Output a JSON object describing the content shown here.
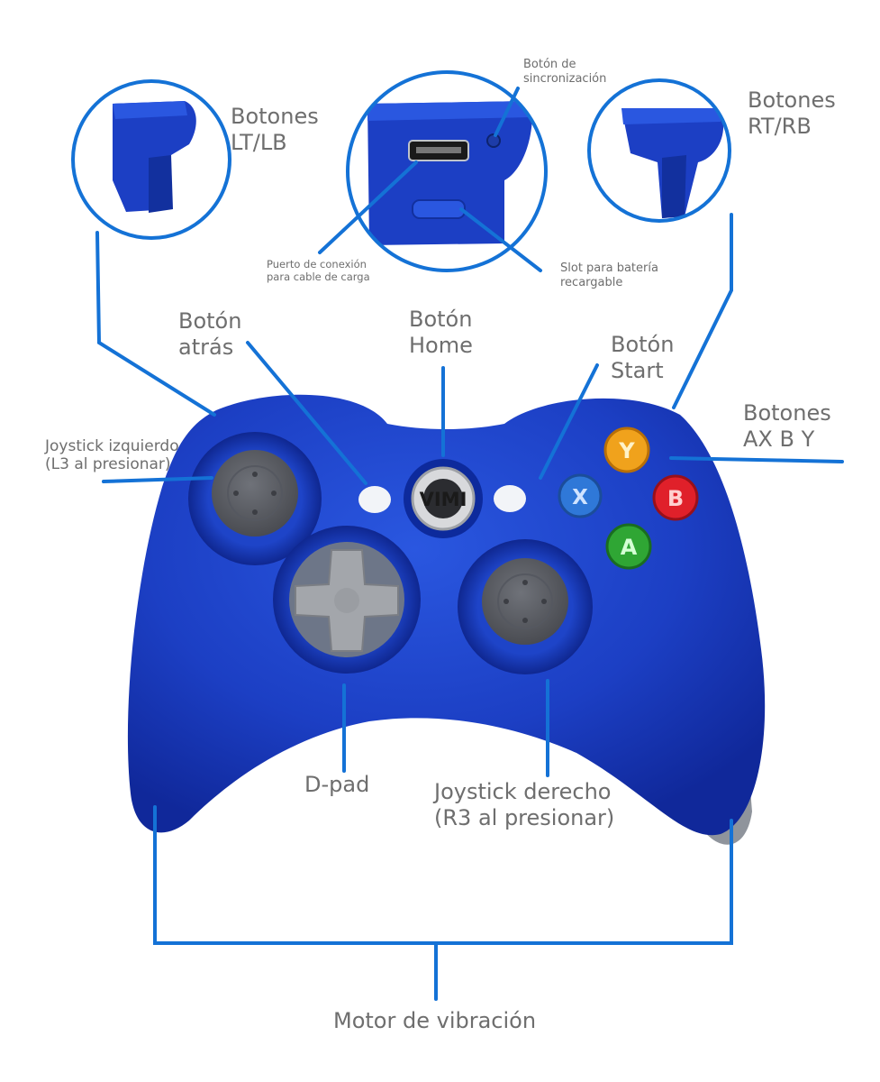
{
  "labels": {
    "lt_lb": [
      "Botones",
      "LT/LB"
    ],
    "rt_rb": [
      "Botones",
      "RT/RB"
    ],
    "sync": [
      "Botón de",
      "sincronización"
    ],
    "port": [
      "Puerto de conexión",
      "para cable de carga"
    ],
    "battery": [
      "Slot para batería",
      "recargable"
    ],
    "back": [
      "Botón",
      "atrás"
    ],
    "home": [
      "Botón",
      "Home"
    ],
    "start": [
      "Botón",
      "Start"
    ],
    "faces": [
      "Botones",
      "AX B Y"
    ],
    "left_stick": [
      "Joystick izquierdo",
      "(L3 al presionar)"
    ],
    "dpad": "D-pad",
    "right_stick": [
      "Joystick derecho",
      "(R3 al presionar)"
    ],
    "vibration": "Motor de vibración"
  },
  "controller": {
    "brand": "VIMI",
    "face_buttons": [
      {
        "letter": "Y",
        "color": "#f0a21c"
      },
      {
        "letter": "X",
        "color": "#2f78d8"
      },
      {
        "letter": "B",
        "color": "#e0202a"
      },
      {
        "letter": "A",
        "color": "#2fa634"
      }
    ]
  },
  "colors": {
    "callout": "#1472d6",
    "body": "#1c3fc4",
    "grip": "#8f949c",
    "stick": "#5f6268",
    "label": "#6e6e6e"
  }
}
